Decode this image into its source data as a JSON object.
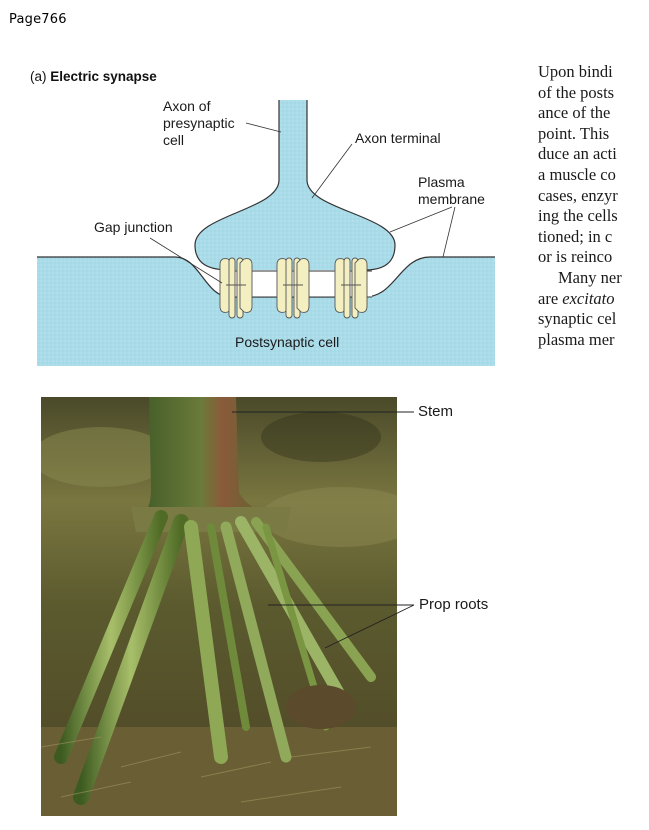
{
  "page": {
    "label": "Page766"
  },
  "figure_a": {
    "title_prefix": "(a) ",
    "title": "Electric synapse",
    "labels": {
      "axon_line1": "Axon of",
      "axon_line2": "presynaptic",
      "axon_line3": "cell",
      "axon_terminal": "Axon terminal",
      "plasma_line1": "Plasma",
      "plasma_line2": "membrane",
      "gap_junction": "Gap junction",
      "postsynaptic": "Postsynaptic cell"
    },
    "colors": {
      "cytoplasm": "#a9dbe8",
      "channel": "#f3efc0",
      "outline": "#333333"
    }
  },
  "body_text": {
    "lines": [
      "Upon bindi",
      "of the posts",
      "ance of the",
      "point. This",
      "duce an acti",
      "a muscle co",
      "cases, enzyr",
      "ing the cells",
      "tioned; in c",
      "or is reinco",
      "Many ner",
      "are ",
      "synaptic cel",
      "plasma mer"
    ],
    "italic_fragment": "excitato"
  },
  "photo": {
    "callouts": {
      "stem": "Stem",
      "prop_roots": "Prop roots"
    }
  }
}
